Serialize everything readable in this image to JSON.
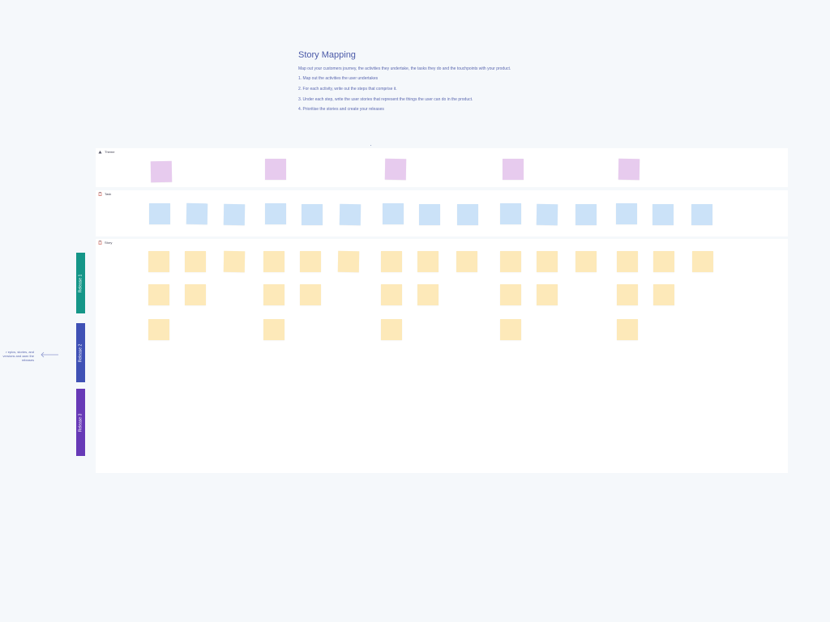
{
  "intro": {
    "title": "Story Mapping",
    "description": "Map out your customers journey, the activities they undertake, the tasks they do and the touchpoints with your product.",
    "steps": [
      "1. Map out the activities the user undertakes",
      "2. For each activity, write out the steps that comprise it.",
      "3. Under each step, write the user stories that represent the things the user can do in the product.",
      "4. Prioritise the stories and create your releases"
    ]
  },
  "lanes": {
    "theme": {
      "label": "Theme",
      "icon": "theme-icon"
    },
    "task": {
      "label": "Task",
      "icon": "clipboard-icon"
    },
    "story": {
      "label": "Story",
      "icon": "clipboard-icon"
    }
  },
  "releases": [
    "Release 1",
    "Release 2",
    "Release 3"
  ],
  "side_note": "r epics, stories, and versions and aarn the releases",
  "colors": {
    "theme_sticky": "#e7cbee",
    "task_sticky": "#cbe2f8",
    "story_sticky": "#fde9b9",
    "release_1": "#159688",
    "release_2": "#3f51b5",
    "release_3": "#673ab7",
    "text_accent": "#4b5aa8"
  }
}
